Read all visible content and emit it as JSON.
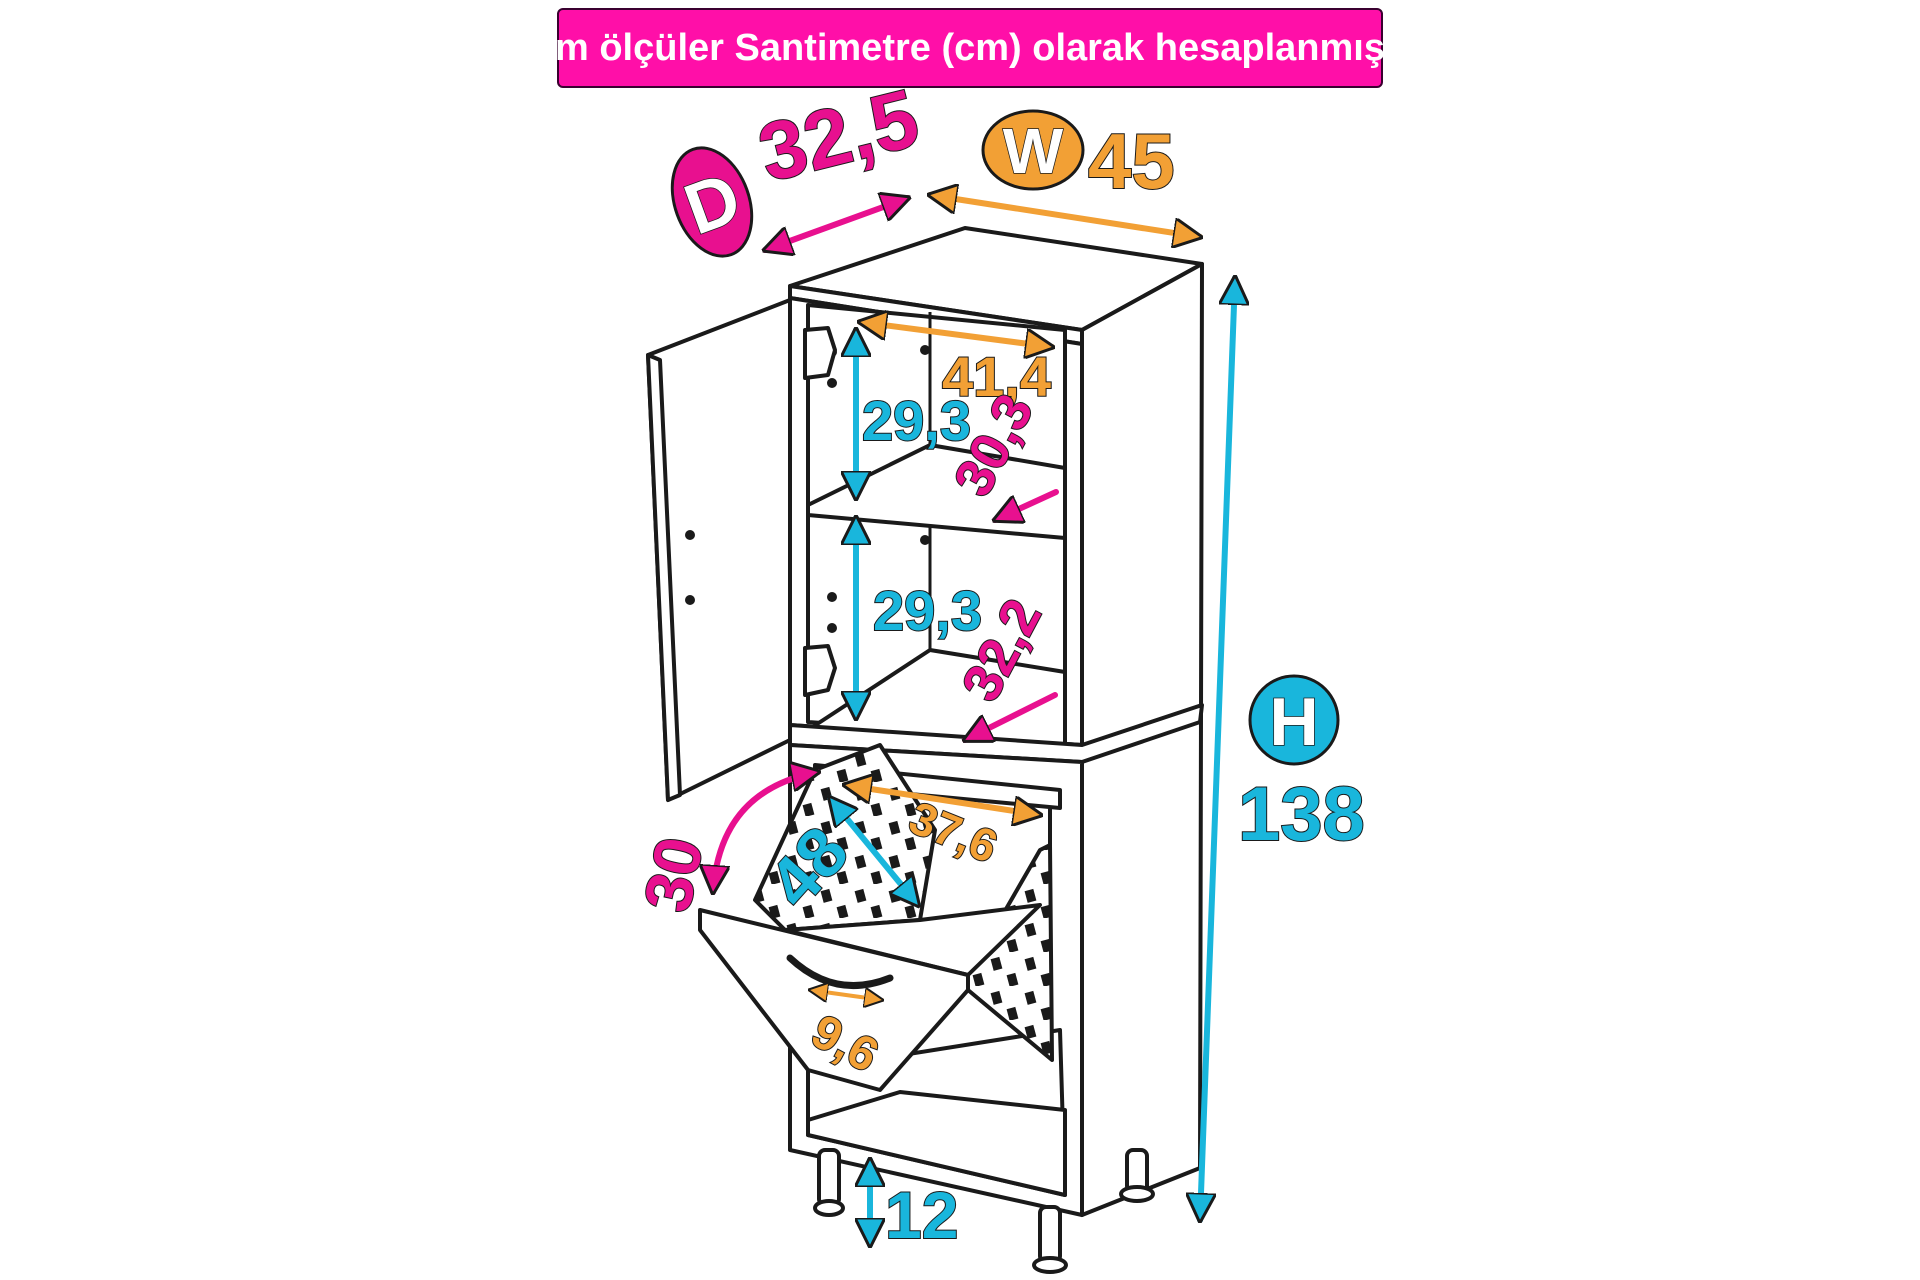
{
  "note": "( Tüm ölçüler Santimetre (cm) olarak hesaplanmıştır. )",
  "colors": {
    "banner": "#ff0fa8",
    "magenta": "#e8108f",
    "orange": "#f2a035",
    "cyan": "#19b6dc",
    "outline": "#1a1a1a"
  },
  "badges": {
    "depth": "D",
    "width": "W",
    "height": "H"
  },
  "dimensions": {
    "depth": "32,5",
    "width": "45",
    "height": "138",
    "inner_width": "41,4",
    "upper_shelf_height": "29,3",
    "upper_shelf_depth": "30,3",
    "lower_shelf_height": "29,3",
    "lower_shelf_depth": "32,2",
    "hamper_angle": "30",
    "hamper_height": "48",
    "hamper_width": "37,6",
    "handle_width": "9,6",
    "leg_height": "12"
  }
}
